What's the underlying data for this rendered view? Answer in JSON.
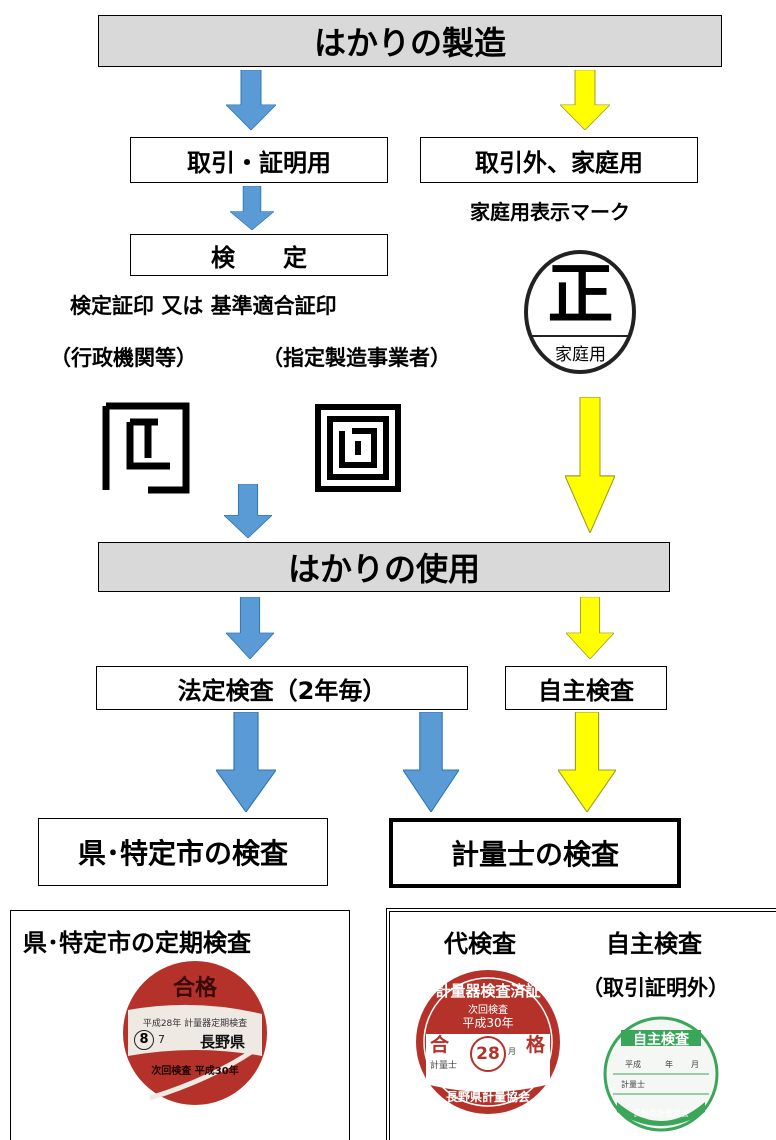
{
  "manufacturing": "はかりの製造",
  "trade_use": "取引・証明用",
  "home_use": "取引外、家庭用",
  "home_mark_label": "家庭用表示マーク",
  "home_mark": {
    "glyph": "正",
    "label": "家庭用"
  },
  "verification": "検　　定",
  "seal_names": "検定証印  又は  基準適合証印",
  "seal_owner_left": "（行政機関等）",
  "seal_owner_right": "（指定製造事業者）",
  "usage": "はかりの使用",
  "legal_inspection": "法定検査（2年毎）",
  "voluntary_inspection": "自主検査",
  "pref_inspection": "県･特定市の検査",
  "meter_inspection": "計量士の検査",
  "panel_left": {
    "title": "県･特定市の定期検査",
    "sticker": {
      "pass": "合格",
      "line1": "平成28年 計量器定期検査",
      "num": "8",
      "num_suffix": "7",
      "pref": "長野県",
      "next": "次回検査 平成30年"
    }
  },
  "panel_right": {
    "title_a": "代検査",
    "title_b": "自主検査",
    "subtitle_b": "（取引証明外）",
    "sticker_red": {
      "top": "計量器検査済証",
      "next": "次回検査",
      "year": "平成30年",
      "go": "合",
      "kaku": "格",
      "num": "28",
      "month": "月",
      "shi": "計量士",
      "bottom": "長野県計量協会"
    },
    "sticker_green": {
      "title": "自主検査",
      "row1a": "平成",
      "row1b": "年",
      "row1c": "月",
      "row2": "計量士",
      "bottom": "長野県計量協会"
    }
  },
  "colors": {
    "blue": "#5b9bd5",
    "yellow": "#ffff00",
    "gray": "#d9d9d9",
    "red": "#b5322a",
    "green": "#3aa65a"
  }
}
